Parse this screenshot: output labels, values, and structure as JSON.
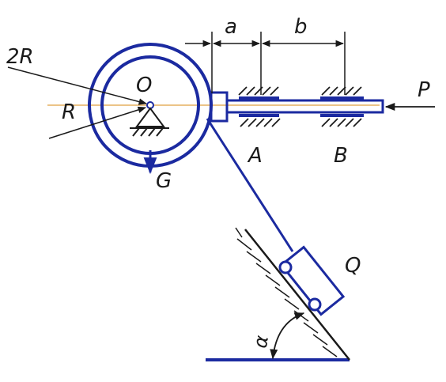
{
  "labels": {
    "two_r": "2R",
    "r": "R",
    "o": "O",
    "g": "G",
    "a": "a",
    "b": "b",
    "p": "P",
    "a_support": "A",
    "b_support": "B",
    "q": "Q",
    "alpha": "α"
  },
  "colors": {
    "mechanism": "#1b2aa0",
    "drawing": "#1a1a1a",
    "axis": "#e0a040"
  }
}
